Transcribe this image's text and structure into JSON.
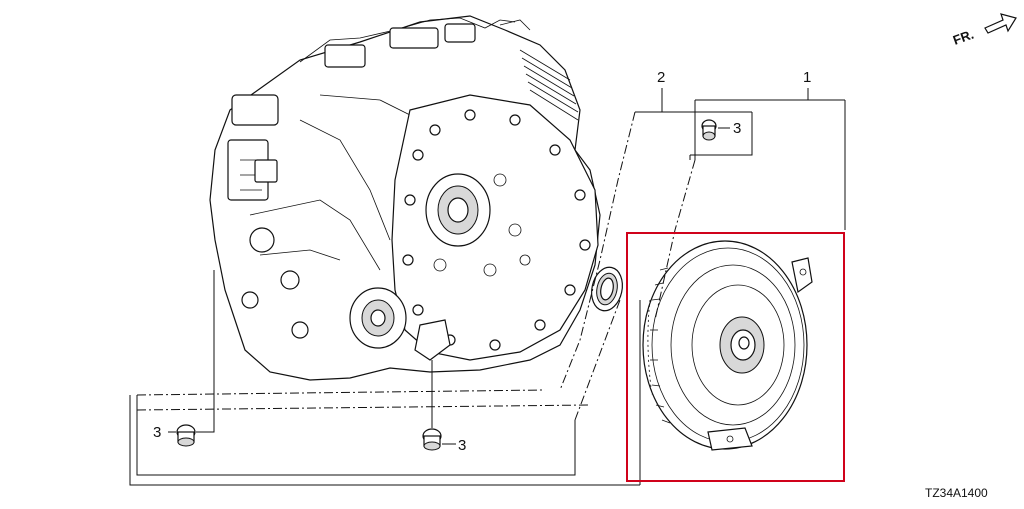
{
  "diagram": {
    "orientation_label": "FR.",
    "drawing_code": "TZ34A1400",
    "highlight_color": "#d0021b",
    "callouts": [
      {
        "id": "c1",
        "text": "1"
      },
      {
        "id": "c2",
        "text": "2"
      },
      {
        "id": "c3a",
        "text": "3"
      },
      {
        "id": "c3b",
        "text": "3"
      },
      {
        "id": "c3c",
        "text": "3"
      }
    ]
  }
}
